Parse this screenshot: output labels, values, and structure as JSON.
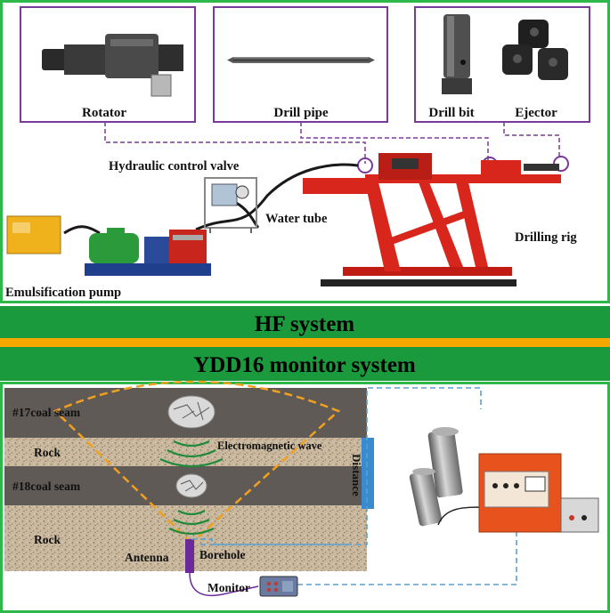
{
  "colors": {
    "frame_green": "#2fb84a",
    "band_green": "#1a9a3c",
    "band_orange": "#f5a800",
    "callout_purple": "#7a3a9a",
    "rig_red": "#d8261c",
    "rock_grey": "#8a8178",
    "coal_grey": "#5f5a55",
    "wave_green": "#1e8a3a",
    "cone_orange": "#f0a020",
    "dash_blue": "#5aa0d0",
    "distance_blue": "#3a8ad0"
  },
  "top": {
    "callouts": {
      "rotator": "Rotator",
      "drill_pipe": "Drill pipe",
      "drill_bit": "Drill bit",
      "ejector": "Ejector"
    },
    "labels": {
      "hydraulic_valve": "Hydraulic control valve",
      "water_tube": "Water tube",
      "drilling_rig": "Drilling rig",
      "emulsification_pump": "Emulsification pump"
    }
  },
  "bands": {
    "hf": "HF system",
    "ydd": "YDD16 monitor system"
  },
  "bottom": {
    "layers": {
      "coal17": "#17coal seam",
      "rock1": "Rock",
      "coal18": "#18coal seam",
      "rock2": "Rock"
    },
    "labels": {
      "em_wave": "Electromagnetic wave",
      "distance": "Distance",
      "antenna": "Antenna",
      "borehole": "Borehole",
      "monitor": "Monitor"
    }
  }
}
